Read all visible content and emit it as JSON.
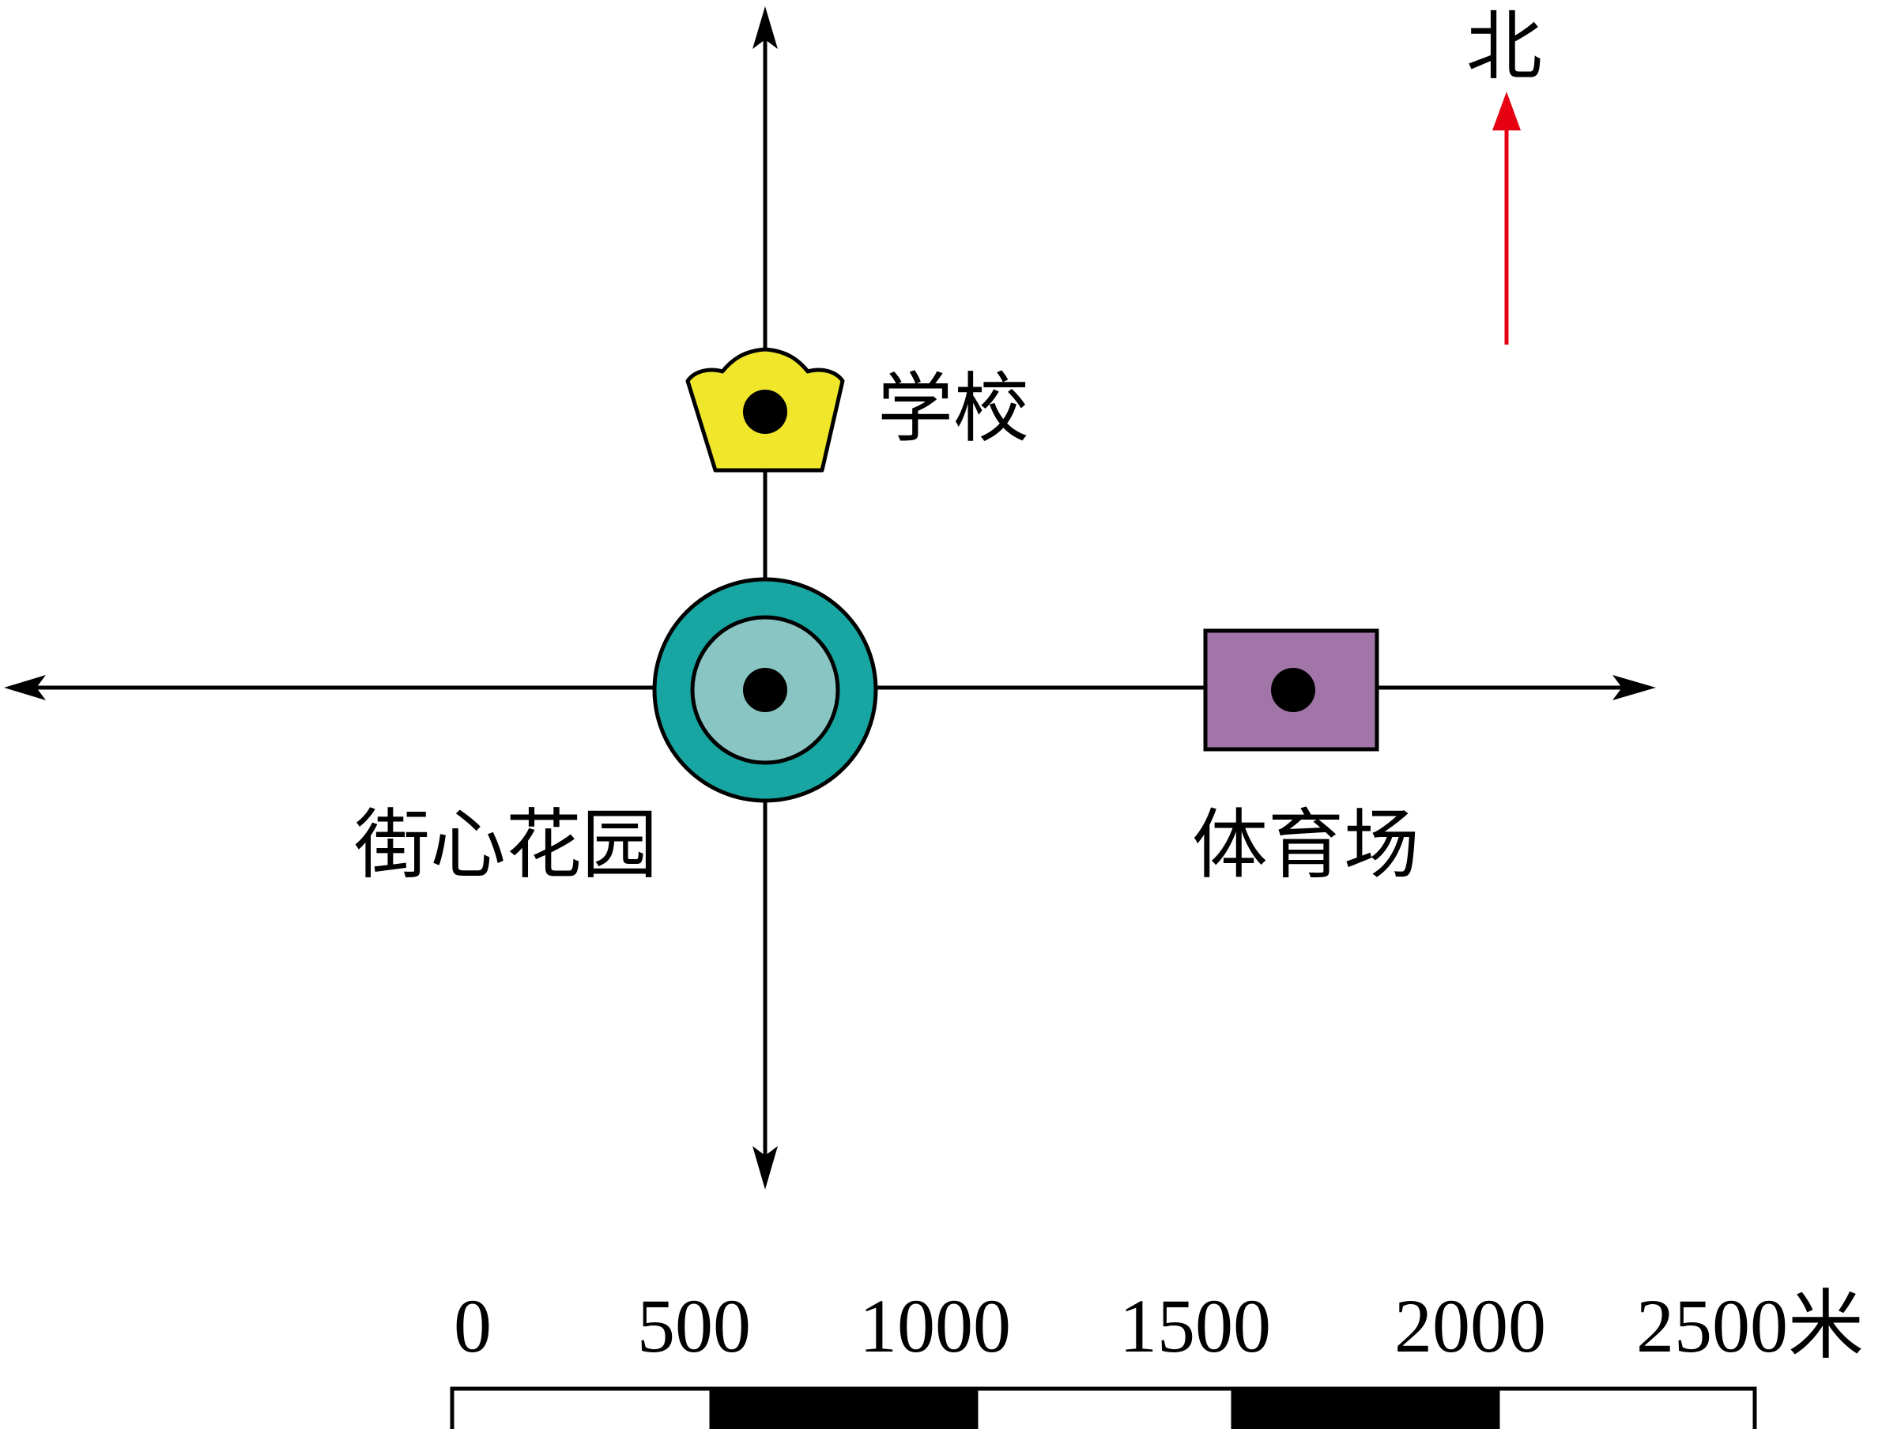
{
  "map": {
    "north_label": "北",
    "places": {
      "school": "学校",
      "garden": "街心花园",
      "stadium": "体育场"
    },
    "scale": {
      "labels": [
        "0",
        "500",
        "1000",
        "1500",
        "2000",
        "2500米"
      ],
      "segments": 5
    },
    "colors": {
      "north_arrow": "#e60012",
      "school_fill": "#f0e62a",
      "garden_outer": "#17a6a1",
      "garden_inner": "#89c6c3",
      "stadium_fill": "#a275a8",
      "line": "#000000"
    }
  }
}
